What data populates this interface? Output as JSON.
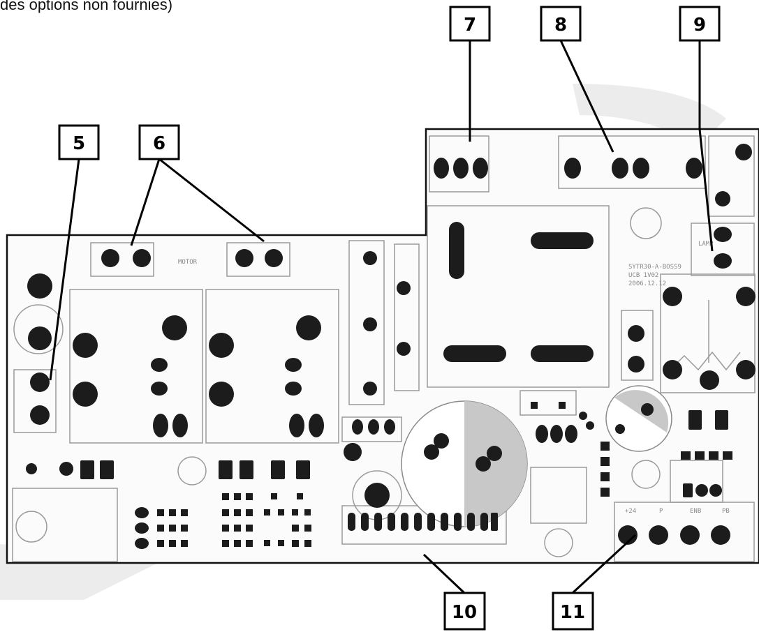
{
  "caption": "des options non fournies)",
  "callouts": [
    "5",
    "6",
    "7",
    "8",
    "9",
    "10",
    "11"
  ],
  "silkscreen": {
    "motor": "MOTOR",
    "lamp": "LAMP",
    "board_id": [
      "SYTR30-A-BOSS9",
      "UCB 1V02",
      "2006.12.12"
    ],
    "terminal_labels": [
      "+24",
      "P",
      "ENB",
      "PB"
    ]
  },
  "colors": {
    "ink": "#000000",
    "pad": "#1c1c1c",
    "board_outline": "#111111",
    "silk_lines": "#9a9a9a",
    "watermark": "#e9e9e9"
  }
}
